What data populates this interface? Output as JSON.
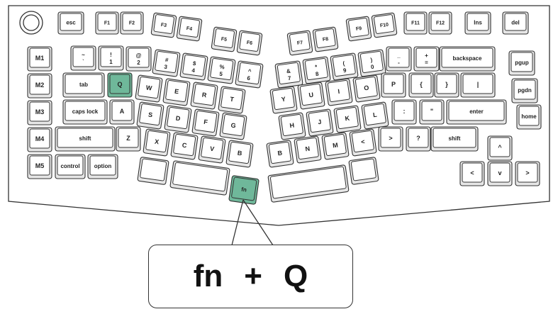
{
  "colors": {
    "highlight": "#6fb89a",
    "outline": "#333333",
    "key_fill": "#ffffff",
    "key_shade": "#e6e6e6"
  },
  "keys": {
    "esc": "esc",
    "f1": "F1",
    "f2": "F2",
    "f3": "F3",
    "f4": "F4",
    "f5": "F5",
    "f6": "F6",
    "f7": "F7",
    "f8": "F8",
    "f9": "F9",
    "f10": "F10",
    "f11": "F11",
    "f12": "F12",
    "ins": "Ins",
    "del": "del",
    "m1": "M1",
    "m2": "M2",
    "m3": "M3",
    "m4": "M4",
    "m5": "M5",
    "tab": "tab",
    "caps": "caps lock",
    "lshift": "shift",
    "control": "control",
    "option": "option",
    "backspace": "backspace",
    "enter": "enter",
    "rshift": "shift",
    "pgup": "pgup",
    "pgdn": "pgdn",
    "home": "home",
    "fn": "fn",
    "row1_left": [
      "~",
      "!",
      "@",
      "#",
      "$",
      "%",
      "^"
    ],
    "row1_left_sub": [
      "`",
      "1",
      "2",
      "3",
      "4",
      "5",
      "6"
    ],
    "row1_right": [
      "&",
      "*",
      "(",
      ")",
      "_",
      "+"
    ],
    "row1_right_sub": [
      "7",
      "8",
      "9",
      "0",
      "-",
      "="
    ],
    "row2_left": [
      "Q",
      "W",
      "E",
      "R",
      "T"
    ],
    "row2_right": [
      "Y",
      "U",
      "I",
      "O",
      "P",
      "{",
      "}",
      "|"
    ],
    "row3_left": [
      "A",
      "S",
      "D",
      "F",
      "G"
    ],
    "row3_right": [
      "H",
      "J",
      "K",
      "L",
      ":",
      "\""
    ],
    "row4_left": [
      "Z",
      "X",
      "C",
      "V",
      "B"
    ],
    "row4_right": [
      "B",
      "N",
      "M",
      "<",
      ">",
      "?"
    ],
    "arrows": [
      "^",
      "<",
      "v",
      ">"
    ]
  },
  "callout": {
    "key1": "fn",
    "plus": "+",
    "key2": "Q"
  }
}
